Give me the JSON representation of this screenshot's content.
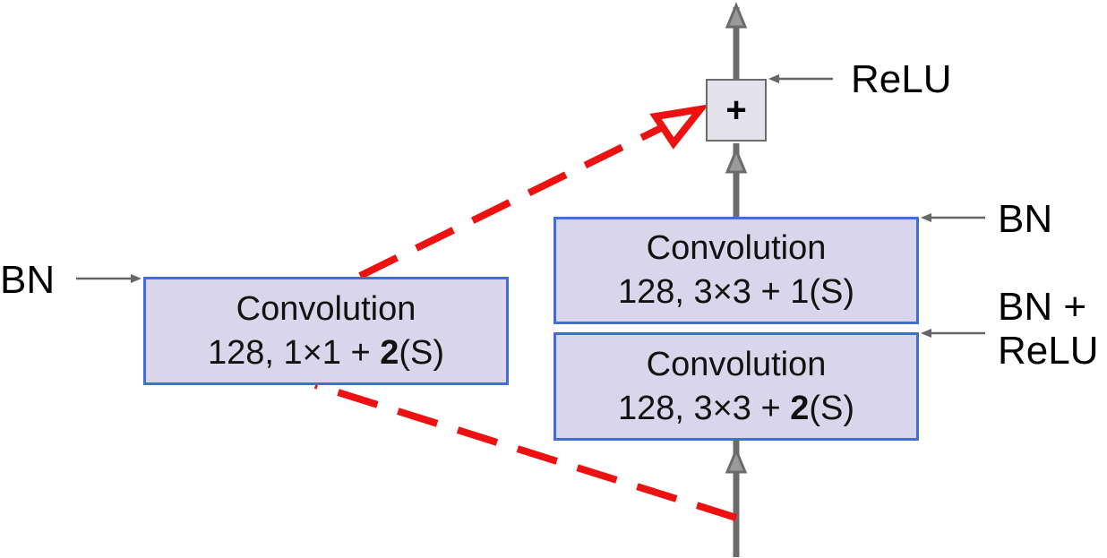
{
  "diagram": {
    "shortcut": {
      "label_left": "BN",
      "conv_title": "Convolution",
      "conv_prefix": "128, 1×1 + ",
      "conv_stride": "2",
      "conv_suffix": "(S)"
    },
    "main_top": {
      "label_right": "BN",
      "conv_title": "Convolution",
      "conv_spec": "128, 3×3 + 1(S)"
    },
    "main_bottom": {
      "label_right_line1": "BN +",
      "label_right_line2": "ReLU",
      "conv_title": "Convolution",
      "conv_prefix": "128, 3×3 + ",
      "conv_stride": "2",
      "conv_suffix": "(S)"
    },
    "add_node": {
      "symbol": "+",
      "label_right": "ReLU"
    },
    "colors": {
      "box_fill": "#d9d5ea",
      "box_border": "#3f6fd6",
      "arrow": "#6b6b6b",
      "shortcut": "#ee1111"
    }
  }
}
